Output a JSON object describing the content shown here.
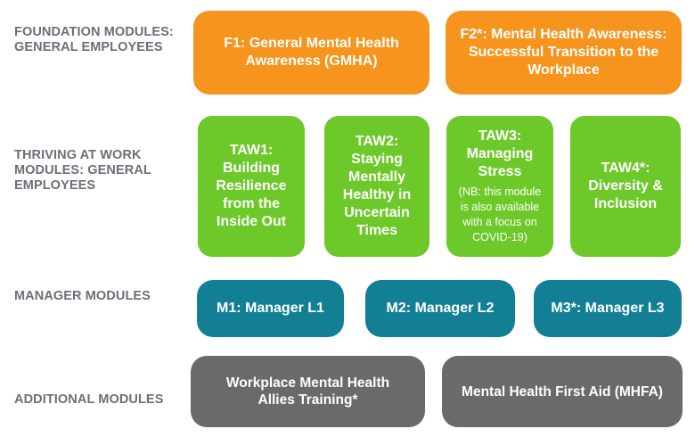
{
  "rows": {
    "foundation": [
      "FOUNDATION MODULES:",
      "GENERAL EMPLOYEES"
    ],
    "thriving": [
      "THRIVING AT WORK",
      "MODULES: GENERAL",
      "EMPLOYEES"
    ],
    "manager": [
      "MANAGER MODULES"
    ],
    "additional": [
      "ADDITIONAL MODULES"
    ]
  },
  "modules": {
    "f1": [
      "F1: General Mental Health",
      "Awareness (GMHA)"
    ],
    "f2": [
      "F2*: Mental Health Awareness:",
      "Successful Transition to the",
      "Workplace"
    ],
    "taw1": [
      "TAW1:",
      "Building",
      "Resilience",
      "from the",
      "Inside Out"
    ],
    "taw2": [
      "TAW2:",
      "Staying",
      "Mentally",
      "Healthy in",
      "Uncertain",
      "Times"
    ],
    "taw3": {
      "title": [
        "TAW3:",
        "Managing",
        "Stress"
      ],
      "note": [
        "(NB: this module",
        "is also available",
        "with a focus on",
        "COVID-19)"
      ]
    },
    "taw4": [
      "TAW4*:",
      "Diversity &",
      "Inclusion"
    ],
    "m1": "M1: Manager L1",
    "m2": "M2: Manager L2",
    "m3": "M3*: Manager L3",
    "a1": [
      "Workplace Mental Health",
      "Allies Training*"
    ],
    "a2": "Mental Health First Aid (MHFA)"
  },
  "colors": {
    "foundation": "#f7941d",
    "thriving": "#6dc829",
    "manager": "#137f95",
    "additional": "#6a6a6c",
    "row_label": "#6b6f76"
  }
}
